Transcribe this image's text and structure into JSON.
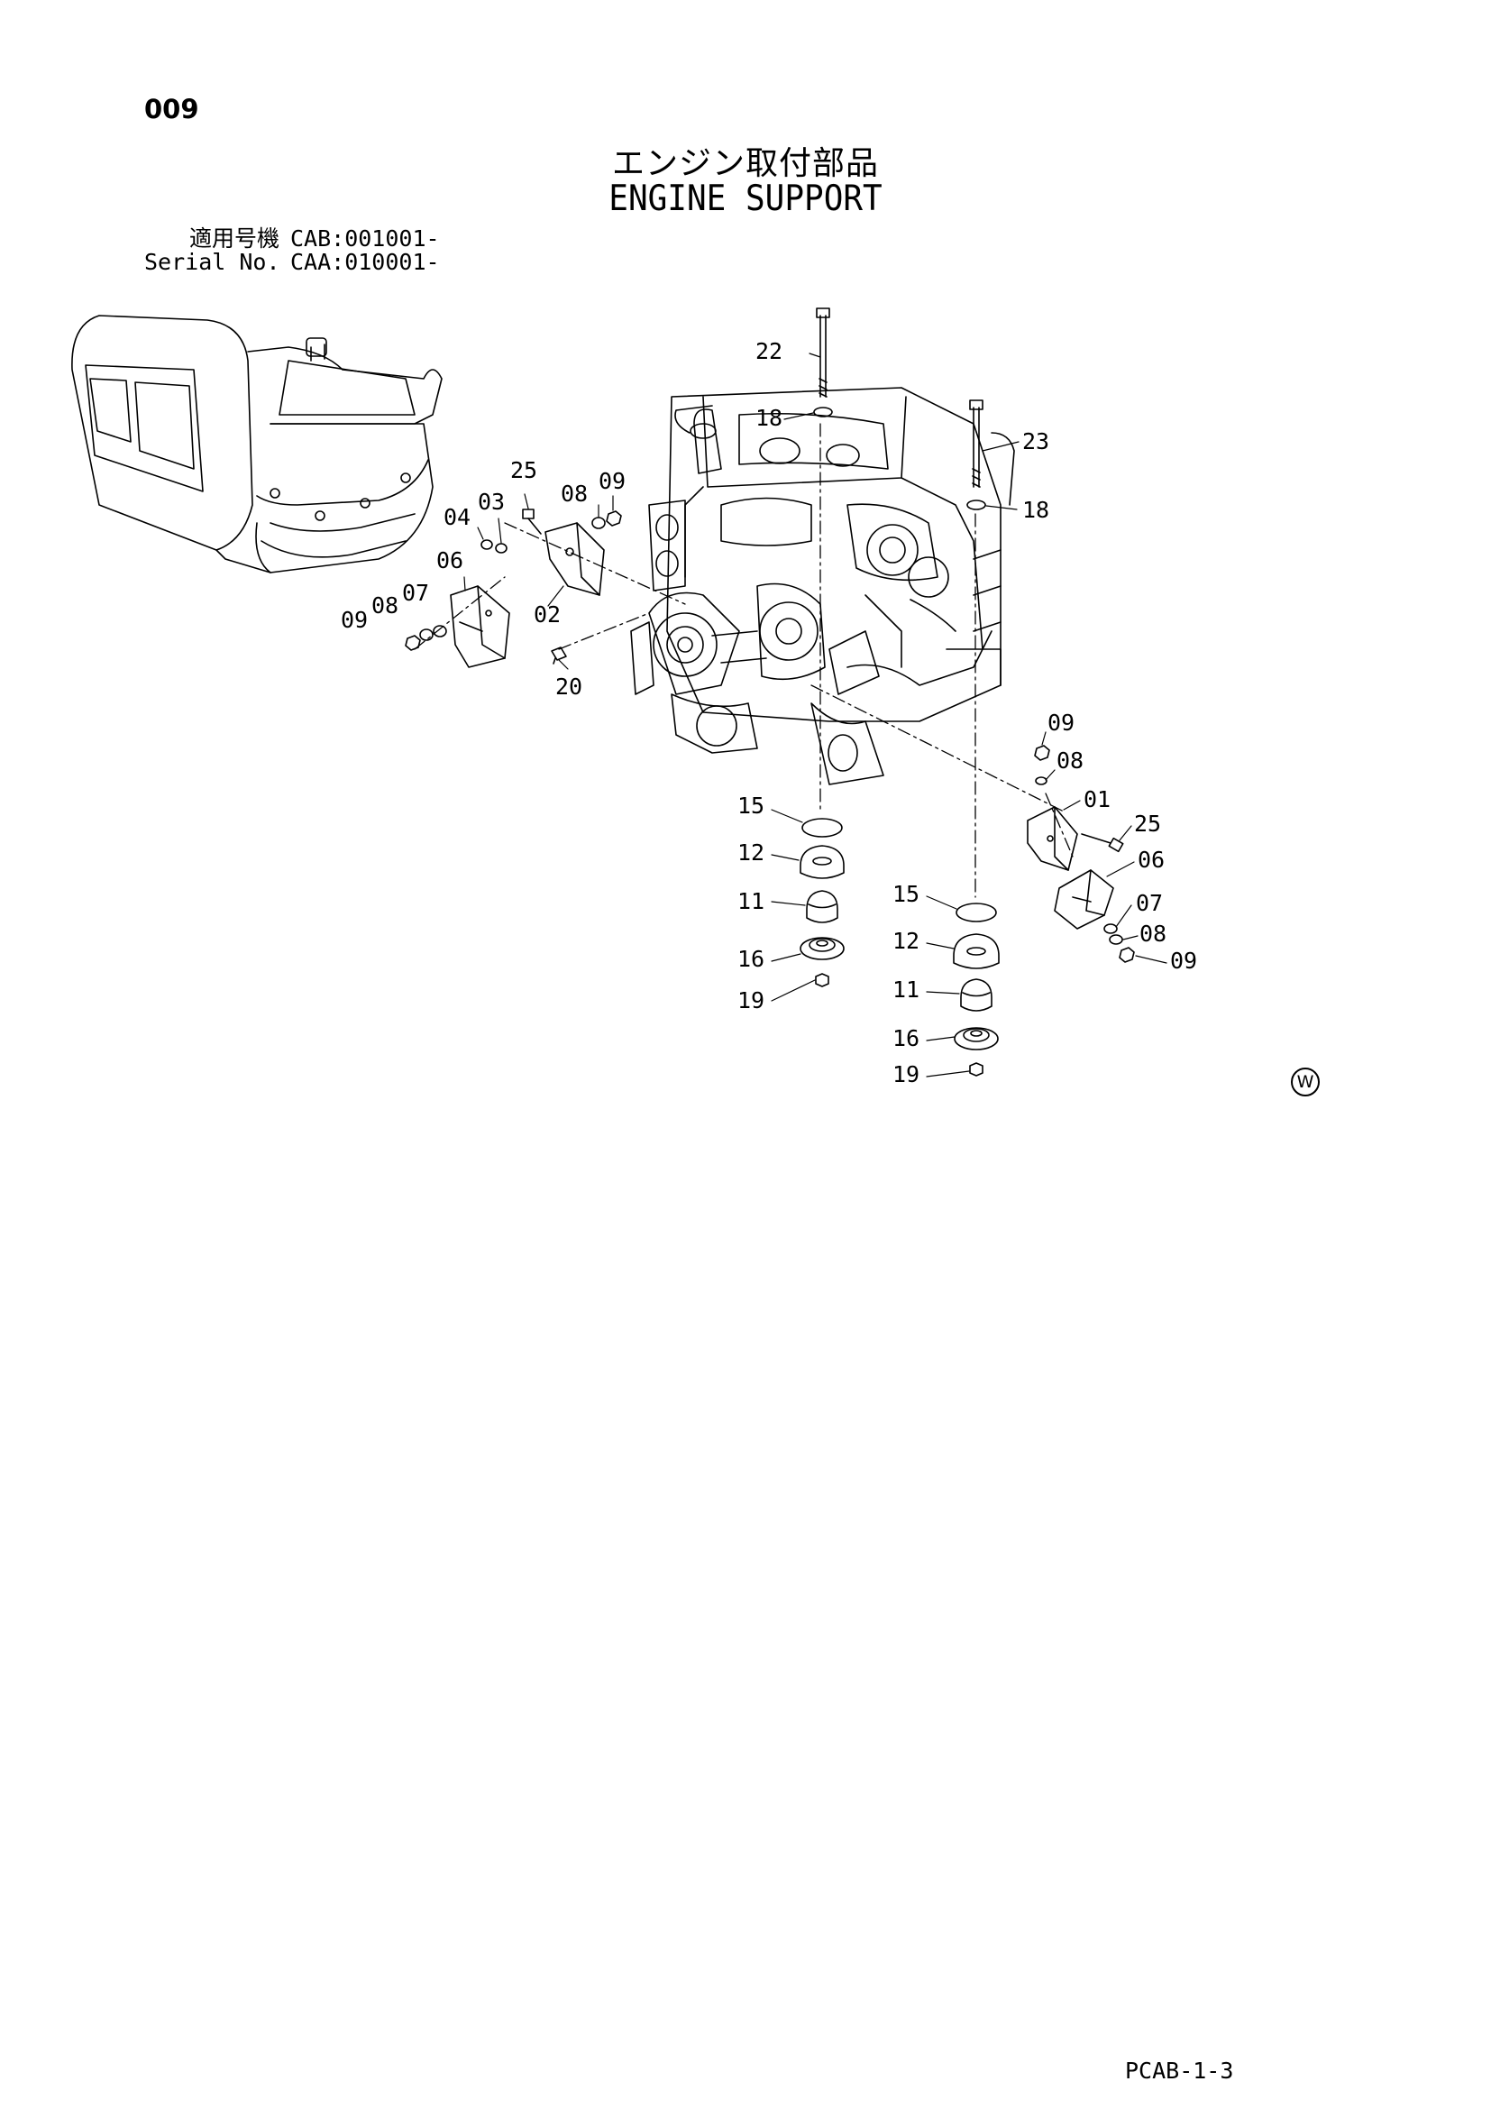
{
  "page_number": "009",
  "title_ja": "エンジン取付部品",
  "title_en": "ENGINE SUPPORT",
  "serial": [
    {
      "label": "適用号機",
      "value": "CAB:001001-"
    },
    {
      "label": "Serial No.",
      "value": "CAA:010001-"
    }
  ],
  "callouts": {
    "c22": "22",
    "c18a": "18",
    "c23": "23",
    "c18b": "18",
    "c25a": "25",
    "c08a": "08",
    "c09a": "09",
    "c04": "04",
    "c03": "03",
    "c06a": "06",
    "c07a": "07",
    "c08b": "08",
    "c09b": "09",
    "c02": "02",
    "c20": "20",
    "c09c": "09",
    "c08c": "08",
    "c01": "01",
    "c25b": "25",
    "c06b": "06",
    "c07b": "07",
    "c08d": "08",
    "c09d": "09",
    "c15a": "15",
    "c12a": "12",
    "c11a": "11",
    "c16a": "16",
    "c19a": "19",
    "c15b": "15",
    "c12b": "12",
    "c11b": "11",
    "c16b": "16",
    "c19b": "19"
  },
  "watermark": "W",
  "footer_code": "PCAB-1-3"
}
